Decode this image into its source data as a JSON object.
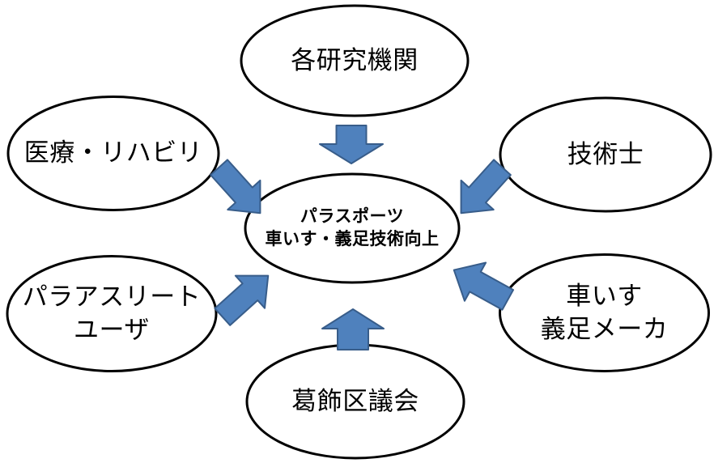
{
  "colors": {
    "background": "#FFFFFF",
    "ellipse_fill": "#FFFFFF",
    "ellipse_border": "#000000",
    "arrow_fill": "#4F81BD",
    "arrow_border": "#385D8A",
    "text": "#000000"
  },
  "center_node": {
    "label": "パラスポーツ\n車いす・義足技術向上"
  },
  "nodes": {
    "top": {
      "label": "各研究機関"
    },
    "upper_left": {
      "label": "医療・リハビリ"
    },
    "upper_right": {
      "label": "技術士"
    },
    "lower_left": {
      "label": "パラアスリート\nユーザ"
    },
    "lower_right": {
      "label": "車いす\n義足メーカ"
    },
    "bottom": {
      "label": "葛飾区議会"
    }
  },
  "arrows": [
    {
      "name": "top-to-center",
      "direction": "down"
    },
    {
      "name": "upper-left-to-center",
      "direction": "down-right"
    },
    {
      "name": "upper-right-to-center",
      "direction": "down-left"
    },
    {
      "name": "lower-left-to-center",
      "direction": "up-right"
    },
    {
      "name": "lower-right-to-center",
      "direction": "up-left"
    },
    {
      "name": "bottom-to-center",
      "direction": "up"
    }
  ]
}
